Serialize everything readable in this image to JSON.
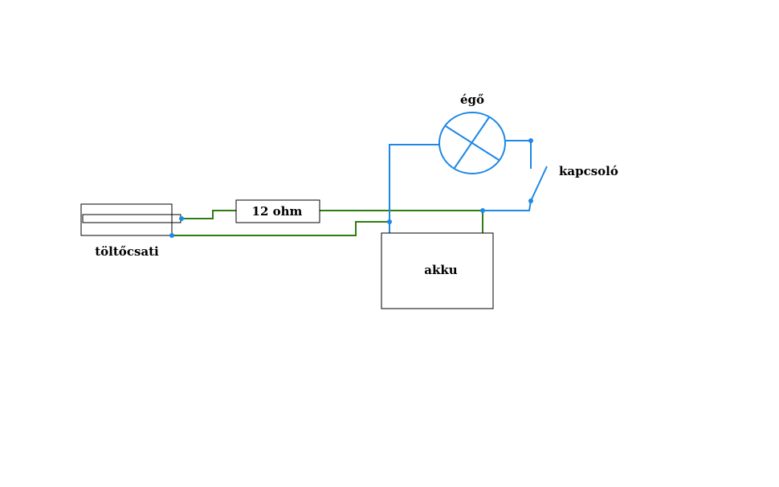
{
  "labels": {
    "charger_port": "töltőcsati",
    "resistor": "12 ohm",
    "battery": "akku",
    "bulb": "égő",
    "switch": "kapcsoló"
  },
  "colors": {
    "green_wire": "#2e7d12",
    "blue_wire": "#1e88e5",
    "outline": "#000000",
    "node": "#1e88e5"
  }
}
